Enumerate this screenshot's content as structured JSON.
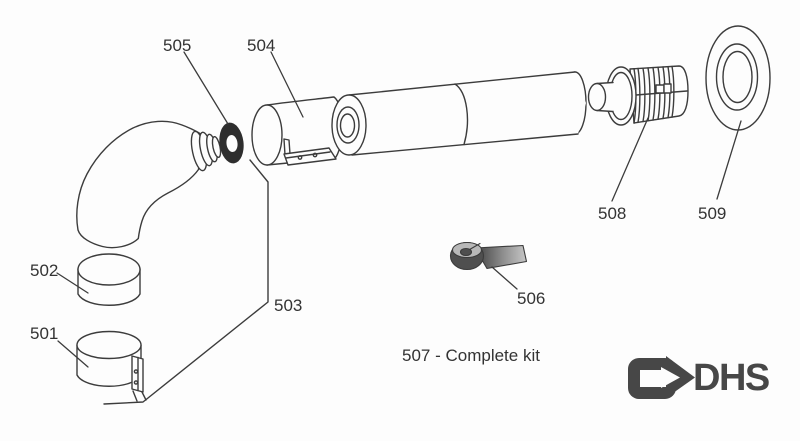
{
  "diagram": {
    "background": "#fdfdfd",
    "line_color": "#3c3c3c",
    "text_color": "#333333",
    "labels": {
      "l501": "501",
      "l502": "502",
      "l503": "503",
      "l504": "504",
      "l505": "505",
      "l506": "506",
      "l508": "508",
      "l509": "509"
    },
    "caption": "507 - Complete kit",
    "logo": {
      "text": "DHS",
      "color": "#474747"
    },
    "colors": {
      "gasket": "#2e2e2e",
      "strap_dark": "#3f3f3f",
      "strap_mid": "#8f8f8f",
      "strap_light": "#c7c7c7",
      "strap_face": "#b8b8b8",
      "strap_core": "#4f4f4f"
    }
  }
}
